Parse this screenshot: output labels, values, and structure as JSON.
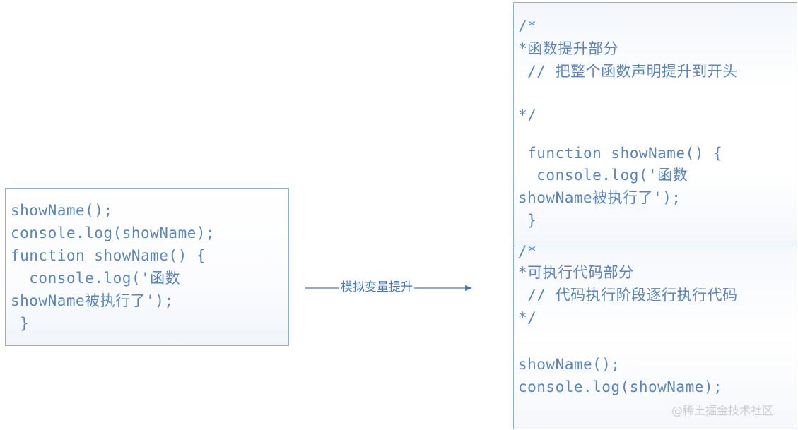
{
  "source": {
    "lines": [
      "showName();",
      "console.log(showName);",
      "function showName() {",
      "  console.log('函数",
      "showName被执行了');",
      " }"
    ]
  },
  "arrow": {
    "label": "模拟变量提升"
  },
  "hoist": {
    "lines": [
      "/*",
      "*函数提升部分",
      " // 把整个函数声明提升到开头",
      "*/",
      " function showName() {",
      "  console.log('函数",
      "showName被执行了');",
      " }"
    ]
  },
  "exec": {
    "lines": [
      "/*",
      "*可执行代码部分",
      " // 代码执行阶段逐行执行代码",
      "*/",
      "showName();",
      "console.log(showName);"
    ]
  },
  "watermark": "@稀土掘金技术社区",
  "colors": {
    "text": "#5a86bb",
    "border": "#8fb0d6",
    "arrow": "#4a7ab2"
  }
}
